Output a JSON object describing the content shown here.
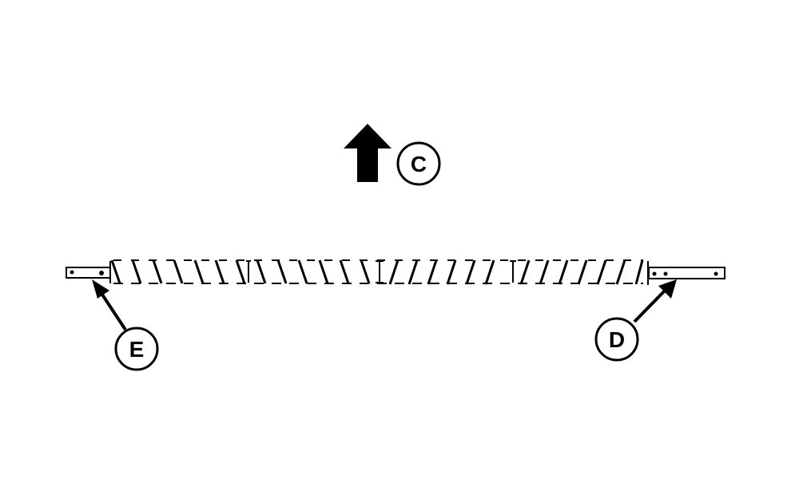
{
  "diagram": {
    "type": "technical-line-art",
    "subject": "auger",
    "colors": {
      "ink": "#000000",
      "background": "#ffffff"
    },
    "direction_arrow": {
      "icon": "arrow-up-icon",
      "label": "C"
    },
    "callouts": [
      {
        "id": "C",
        "label": "C",
        "target": "direction-of-travel"
      },
      {
        "id": "D",
        "label": "D",
        "target": "right-auger-shaft-end"
      },
      {
        "id": "E",
        "label": "E",
        "target": "left-auger-shaft-end"
      }
    ]
  }
}
